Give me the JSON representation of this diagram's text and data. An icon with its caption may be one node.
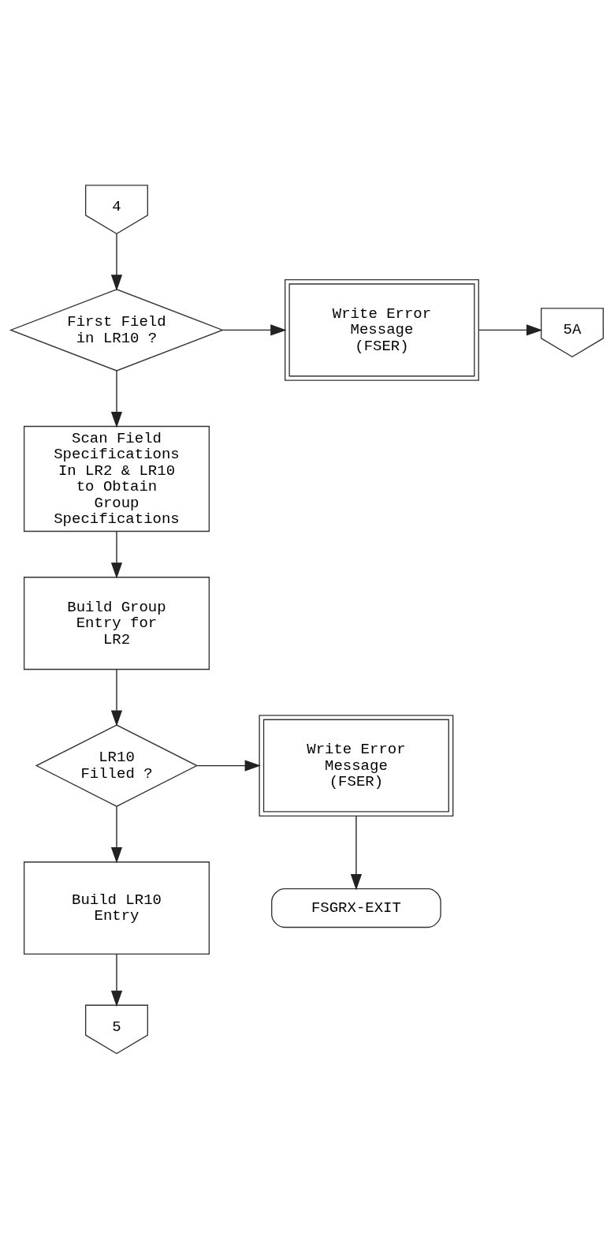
{
  "diagram": {
    "nodes": [
      {
        "text": [
          "4"
        ]
      },
      {
        "text": [
          "First Field in LR10 ?"
        ]
      },
      {
        "text": [
          "Write Error Message (FSER)"
        ]
      },
      {
        "text": [
          "5A"
        ]
      },
      {
        "text": [
          "Scan Field Specifications In LR2 & LR10 to Obtain Group Specifications"
        ]
      },
      {
        "text": [
          "Build Group Entry for LR2"
        ]
      },
      {
        "text": [
          "LR10 Filled ?"
        ]
      },
      {
        "text": [
          "Write Error Message (FSER)"
        ]
      },
      {
        "text": [
          "FSGRX-EXIT"
        ]
      },
      {
        "text": [
          "Build LR10 Entry"
        ]
      },
      {
        "text": [
          "5"
        ]
      }
    ],
    "edges": [
      {
        "from": 0,
        "to": 1,
        "arrow": "to"
      },
      {
        "from": 1,
        "to": 2,
        "arrow": "to"
      },
      {
        "from": 2,
        "to": 3,
        "arrow": "to"
      },
      {
        "from": 1,
        "to": 4,
        "arrow": "to"
      },
      {
        "from": 4,
        "to": 5,
        "arrow": "to"
      },
      {
        "from": 5,
        "to": 6,
        "arrow": "to"
      },
      {
        "from": 6,
        "to": 7,
        "arrow": "to"
      },
      {
        "from": 7,
        "to": 8,
        "arrow": "to"
      },
      {
        "from": 6,
        "to": 9,
        "arrow": "to"
      },
      {
        "from": 9,
        "to": 10,
        "arrow": "to"
      }
    ]
  }
}
